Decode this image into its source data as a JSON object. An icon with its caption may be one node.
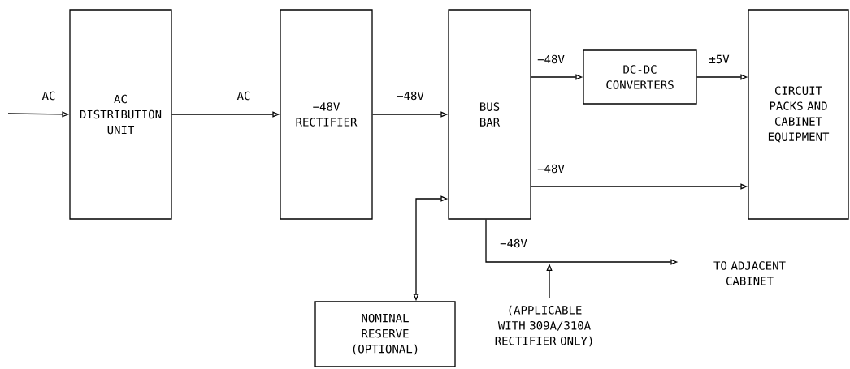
{
  "diagram": {
    "nodes": [
      {
        "text": [
          "AC DISTRIBUTION UNIT"
        ]
      },
      {
        "text": [
          "−48V RECTIFIER"
        ]
      },
      {
        "text": [
          "BUS BAR"
        ]
      },
      {
        "text": [
          "DC-DC CONVERTERS"
        ]
      },
      {
        "text": [
          "CIRCUIT PACKS AND CABINET EQUIPMENT"
        ]
      },
      {
        "text": [
          "NOMINAL RESERVE (OPTIONAL)"
        ]
      },
      {
        "text": [
          "TO ADJACENT CABINET"
        ]
      },
      {
        "text": [
          "(APPLICABLE WITH 309A/310A RECTIFIER ONLY)"
        ]
      }
    ],
    "edges": [
      {
        "from": null,
        "to": 0,
        "arrow": "to",
        "label": "AC"
      },
      {
        "from": 0,
        "to": 1,
        "arrow": "to",
        "label": "AC"
      },
      {
        "from": 1,
        "to": 2,
        "arrow": "to",
        "label": "−48V"
      },
      {
        "from": 2,
        "to": 3,
        "arrow": "to",
        "label": "−48V"
      },
      {
        "from": 3,
        "to": 4,
        "arrow": "to",
        "label": "±5V"
      },
      {
        "from": 2,
        "to": 4,
        "arrow": "to",
        "label": "−48V"
      },
      {
        "from": 2,
        "to": 6,
        "arrow": "to",
        "label": "−48V"
      },
      {
        "from": 5,
        "to": 2,
        "arrow": "both"
      },
      {
        "from": 7,
        "to": null,
        "arrow": "to"
      }
    ]
  }
}
